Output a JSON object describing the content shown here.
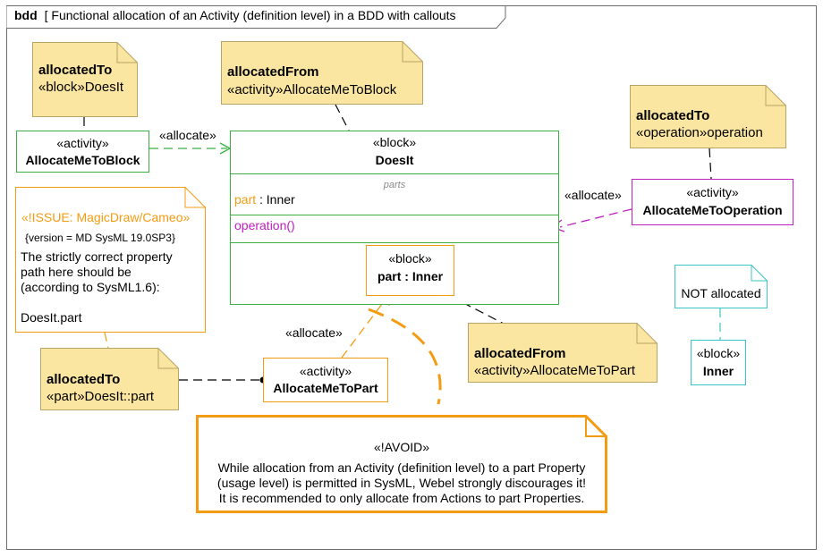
{
  "frame": {
    "kind": "bdd",
    "title": "[ Functional allocation of an Activity (definition level) in a BDD with callouts"
  },
  "colors": {
    "note_fill": "#fae6a0",
    "note_border": "#b8a465",
    "green": "#3cb043",
    "magenta": "#c020c0",
    "orange": "#f39c12",
    "teal": "#39c6c6"
  },
  "notes": {
    "alloc_to_doesit": {
      "title": "allocatedTo",
      "body": "«block»DoesIt"
    },
    "alloc_from_block": {
      "title": "allocatedFrom",
      "body": "«activity»AllocateMeToBlock"
    },
    "alloc_to_operation": {
      "title": "allocatedTo",
      "body": "«operation»operation"
    },
    "alloc_from_part": {
      "title": "allocatedFrom",
      "body": "«activity»AllocateMeToPart"
    },
    "alloc_to_part": {
      "title": "allocatedTo",
      "body": "«part»DoesIt::part"
    },
    "issue": {
      "title": "«!ISSUE: MagicDraw/Cameo»",
      "version": "{version = MD SysML 19.0SP3}",
      "line1": "The strictly correct property",
      "line2": "path here should be",
      "line3": "(according to SysML1.6):",
      "line4": "DoesIt.part"
    },
    "not_allocated": "NOT allocated",
    "avoid": {
      "title": "«!AVOID»",
      "line1": "While allocation from an Activity (definition level) to a part Property",
      "line2": "(usage level) is permitted in SysML, Webel strongly discourages it!",
      "line3": "It is recommended to only allocate from Actions to part Properties."
    }
  },
  "blocks": {
    "allocate_to_block": {
      "stereotype": "«activity»",
      "name": "AllocateMeToBlock"
    },
    "doesit": {
      "stereotype": "«block»",
      "name": "DoesIt",
      "parts_header": "parts",
      "part_name": "part",
      "part_type": " : Inner",
      "operation": "operation()"
    },
    "inner_part": {
      "stereotype": "«block»",
      "name": "part : Inner"
    },
    "allocate_to_operation": {
      "stereotype": "«activity»",
      "name": "AllocateMeToOperation"
    },
    "allocate_to_part": {
      "stereotype": "«activity»",
      "name": "AllocateMeToPart"
    },
    "inner": {
      "stereotype": "«block»",
      "name": "Inner"
    }
  },
  "labels": {
    "allocate_1": "«allocate»",
    "allocate_2": "«allocate»",
    "allocate_3": "«allocate»"
  }
}
